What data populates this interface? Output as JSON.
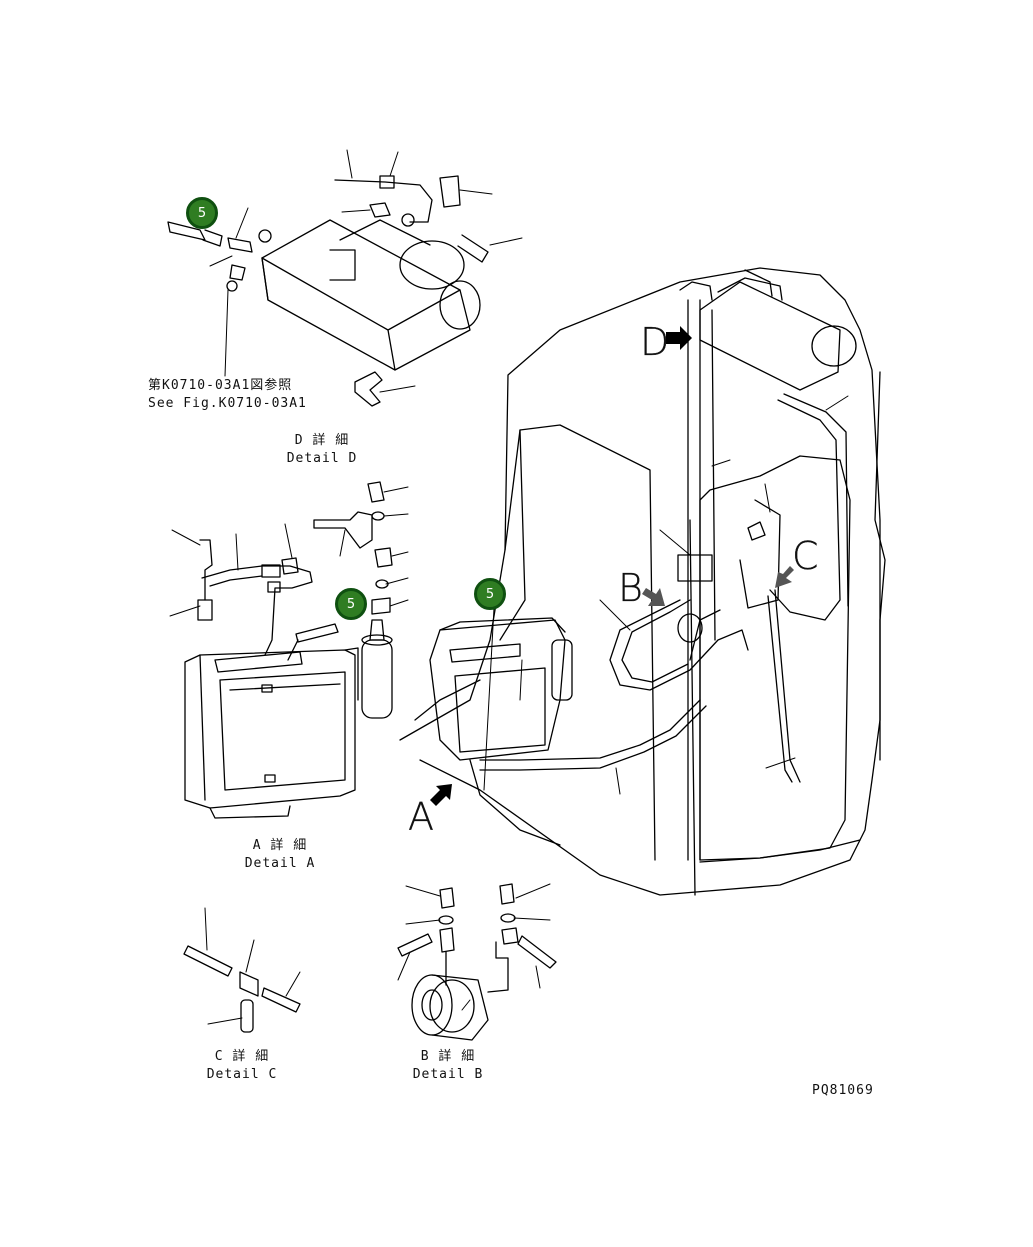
{
  "labels": {
    "see_fig_jp": "第K0710-03A1図参照",
    "see_fig_en": "See Fig.K0710-03A1",
    "detail_d_jp": "D 詳 細",
    "detail_d_en": "Detail D",
    "detail_a_jp": "A 詳 細",
    "detail_a_en": "Detail A",
    "detail_c_jp": "C 詳 細",
    "detail_c_en": "Detail C",
    "detail_b_jp": "B 詳 細",
    "detail_b_en": "Detail B",
    "drawing_number": "PQ81069"
  },
  "view_letters": {
    "a": "A",
    "b": "B",
    "c": "C",
    "d": "D"
  },
  "callouts": [
    {
      "label": "5"
    },
    {
      "label": "5"
    },
    {
      "label": "5"
    }
  ],
  "colors": {
    "marker_fill": "#2f7d22",
    "marker_border": "#0f5010",
    "line": "#000000"
  }
}
